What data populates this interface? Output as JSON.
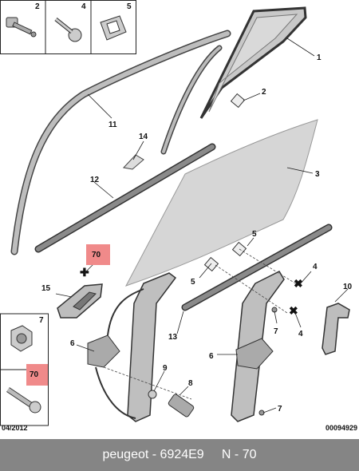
{
  "diagram": {
    "callouts": {
      "c1": "1",
      "c2": "2",
      "c3": "3",
      "c4a": "4",
      "c4b": "4",
      "c5a": "5",
      "c5b": "5",
      "c6a": "6",
      "c6b": "6",
      "c7": "7",
      "c8": "8",
      "c9": "9",
      "c10": "10",
      "c11": "11",
      "c12": "12",
      "c13": "13",
      "c14": "14",
      "c15": "15",
      "c7b": "7"
    },
    "highlight_main": "70",
    "inset": {
      "top_2": "2",
      "top_4": "4",
      "top_5": "5",
      "left_7": "7",
      "left_70": "70"
    },
    "date_code": "04/2012",
    "diagram_number": "00094929",
    "highlight_color": "#f08a8a"
  },
  "footer": {
    "caption": "peugeot - 6924E9     N - 70"
  }
}
